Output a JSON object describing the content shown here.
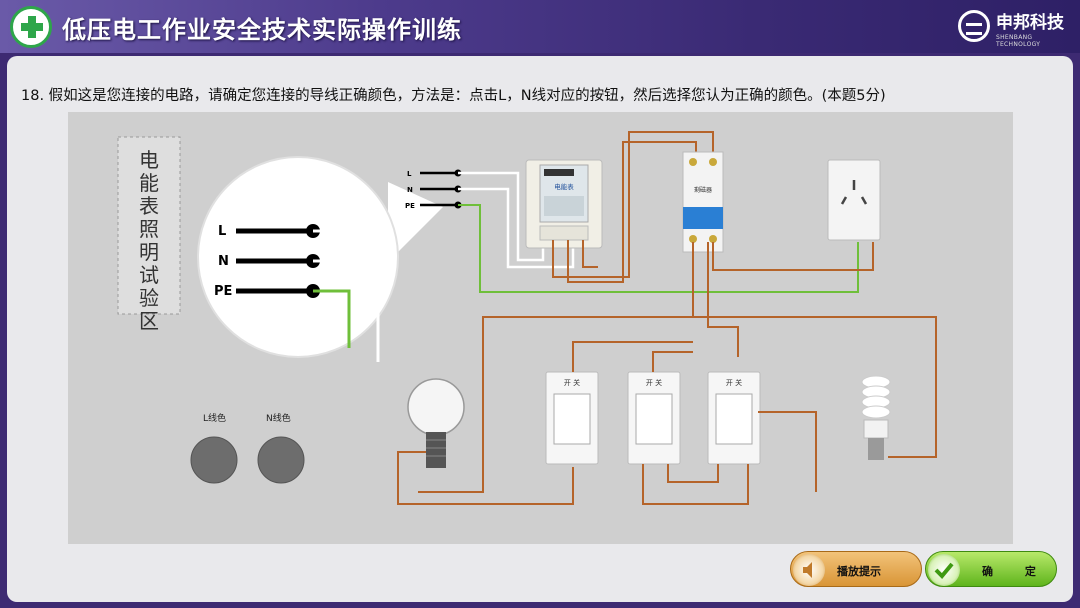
{
  "header": {
    "title": "低压电工作业安全技术实际操作训练",
    "brand_name": "申邦科技",
    "brand_subtitle": "SHENBANG TECHNOLOGY"
  },
  "question": {
    "text": "18. 假如这是您连接的电路，请确定您连接的导线正确颜色，方法是：点击L，N线对应的按钮，然后选择您认为正确的颜色。(本题5分)"
  },
  "diagram": {
    "vertical_label": [
      "电",
      "能",
      "表",
      "照",
      "明",
      "试",
      "验",
      "区"
    ],
    "zoom_labels": {
      "l": "L",
      "n": "N",
      "pe": "PE"
    },
    "small_labels": {
      "l": "L",
      "n": "N",
      "pe": "PE"
    },
    "meter_label": "电能表",
    "breaker_label": "剩磁器",
    "switch_label": "开 关",
    "color_picker": {
      "l_label": "L线色",
      "n_label": "N线色",
      "l_color": "#6d6d6d",
      "n_color": "#6d6d6d"
    },
    "wire_colors": {
      "brown": "#b5642a",
      "white": "#ffffff",
      "green": "#6fbf3a"
    }
  },
  "buttons": {
    "hint_label": "播放提示",
    "ok_label": "确 定"
  }
}
